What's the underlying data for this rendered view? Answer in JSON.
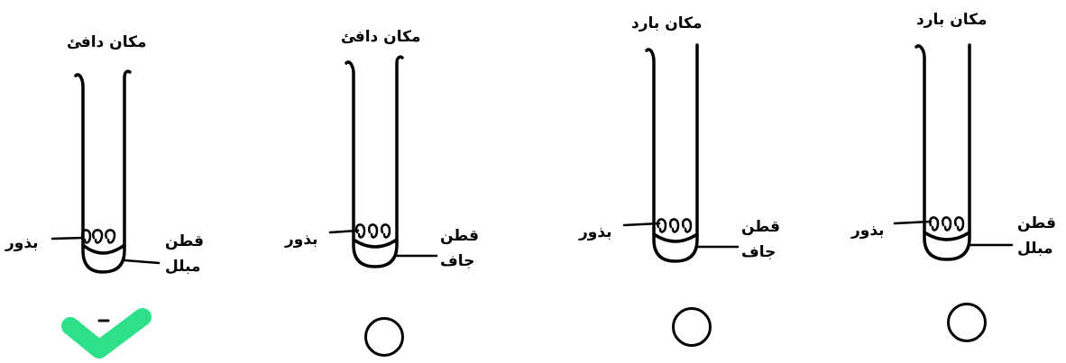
{
  "options": [
    {
      "location": "مكان دافئ",
      "seeds": "بذور",
      "cotton_line1": "قطن",
      "cotton_line2": "مبلل",
      "state": "checked"
    },
    {
      "location": "مكان دافئ",
      "seeds": "بذور",
      "cotton_line1": "قطن",
      "cotton_line2": "جاف",
      "state": "unchecked"
    },
    {
      "location": "مكان بارد",
      "seeds": "بذور",
      "cotton_line1": "قطن",
      "cotton_line2": "جاف",
      "state": "unchecked"
    },
    {
      "location": "مكان بارد",
      "seeds": "بذور",
      "cotton_line1": "قطن",
      "cotton_line2": "مبلل",
      "state": "unchecked"
    }
  ],
  "colors": {
    "check_mark": "#2ee08a",
    "ink": "#000000"
  }
}
